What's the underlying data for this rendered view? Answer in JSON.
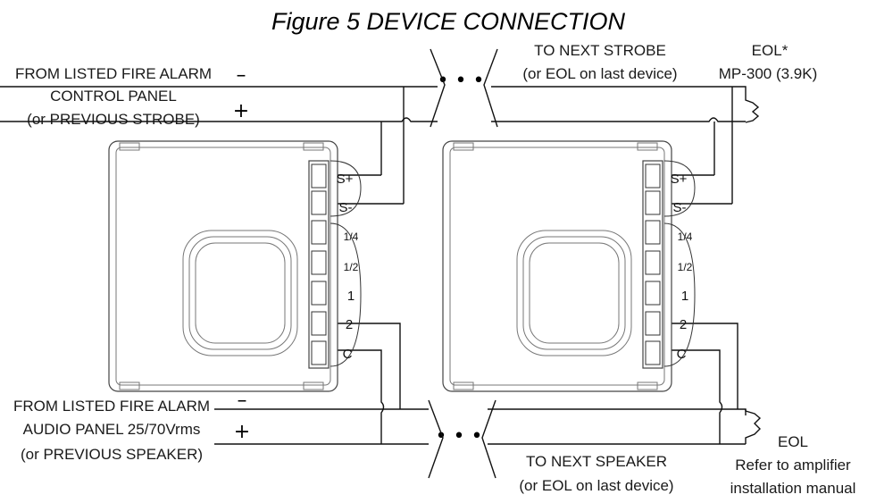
{
  "title": "Figure 5 DEVICE CONNECTION",
  "labels": {
    "fire_alarm_line1": "FROM LISTED FIRE ALARM",
    "fire_alarm_line2": "CONTROL PANEL",
    "fire_alarm_line3": "(or PREVIOUS STROBE)",
    "next_strobe_line1": "TO NEXT STROBE",
    "next_strobe_line2": "(or EOL on last device)",
    "eol_top_line1": "EOL*",
    "eol_top_line2": "MP-300 (3.9K)",
    "audio_line1": "FROM LISTED FIRE ALARM",
    "audio_line2": "AUDIO PANEL 25/70Vrms",
    "audio_line3": "(or PREVIOUS SPEAKER)",
    "next_speaker_line1": "TO NEXT SPEAKER",
    "next_speaker_line2": "(or EOL on last device)",
    "eol_bottom_line1": "EOL",
    "eol_bottom_line2": "Refer to amplifier",
    "eol_bottom_line3": "installation manual"
  },
  "polarity": {
    "minus": "–",
    "plus": "+"
  },
  "ellipsis": "• • •",
  "terminals": {
    "s_plus": "S+",
    "s_minus": "S-",
    "quarter": "1/4",
    "half": "1/2",
    "one": "1",
    "two": "2",
    "common": "C"
  }
}
